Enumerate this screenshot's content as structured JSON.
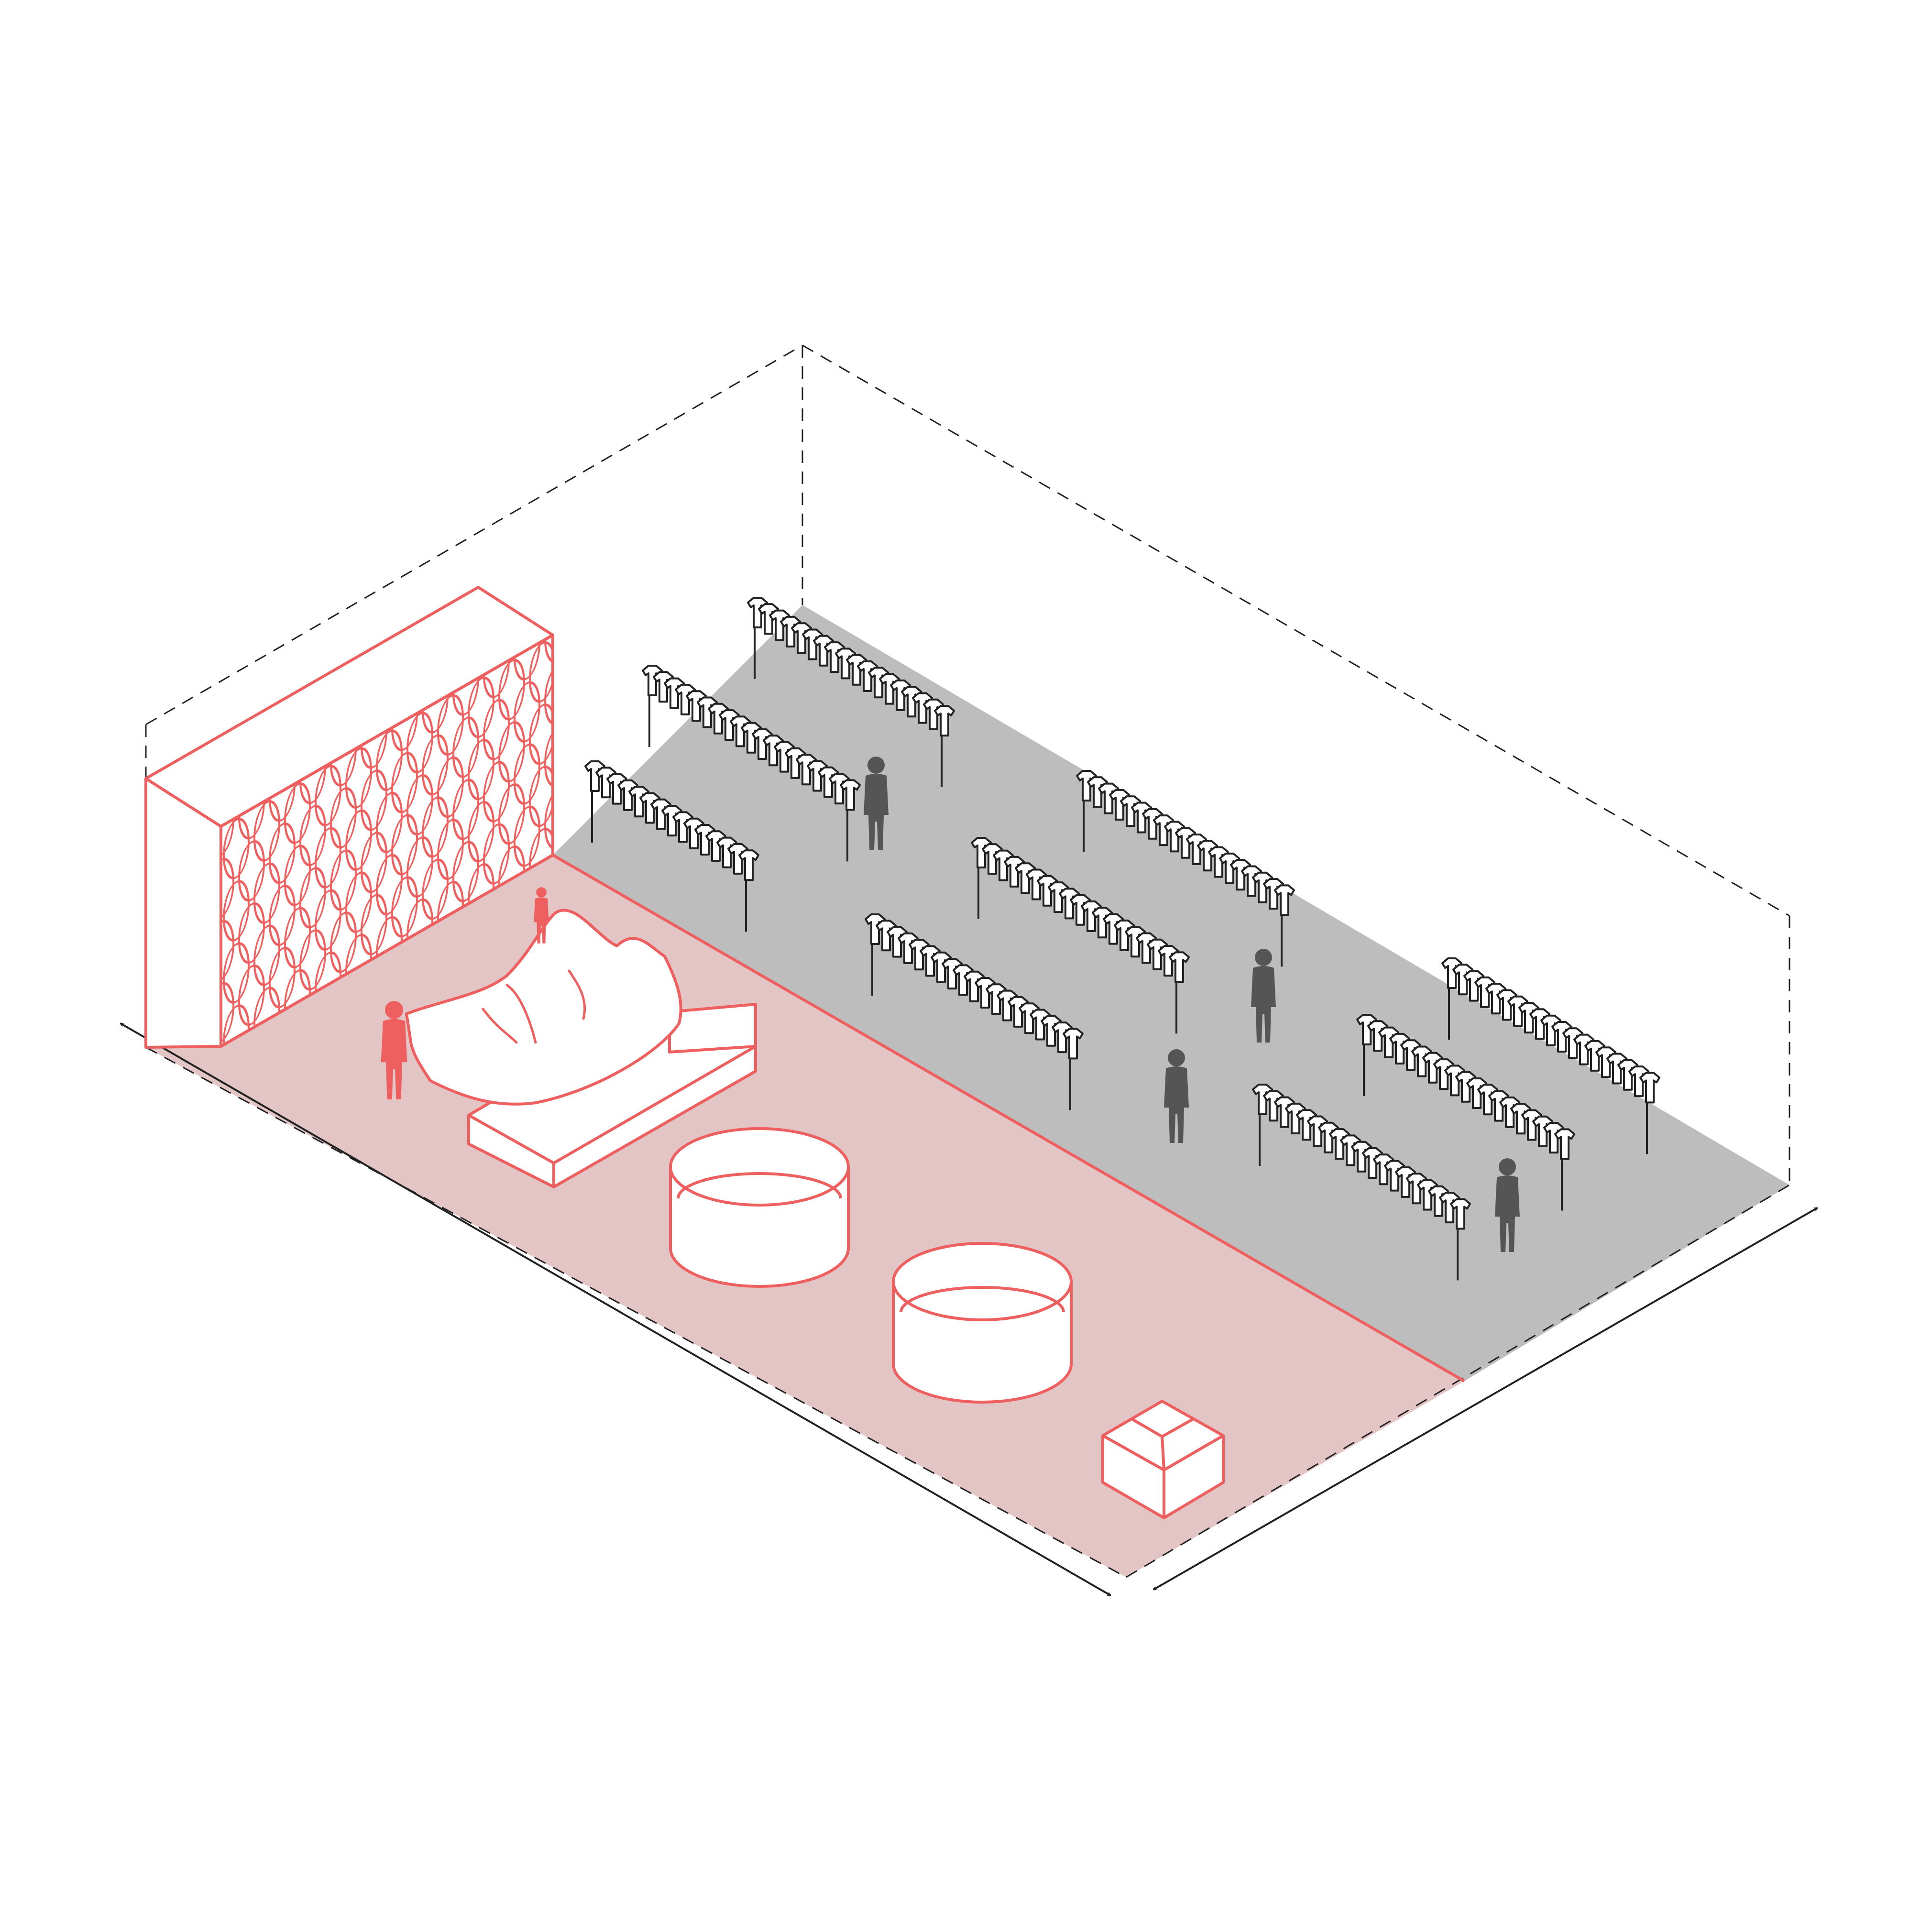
{
  "diagram": {
    "colors": {
      "accent": "#ee5f5f",
      "accent_floor": "#e3c5c5",
      "retail_floor": "#bdbdbd",
      "figure_dark": "#555555",
      "line_dark": "#222222",
      "background": "#ffffff"
    },
    "zones": [
      {
        "id": "accent-zone",
        "items": [
          "pattern-wall",
          "fabric-sofa",
          "round-pool",
          "round-pool",
          "square-box",
          "red-figure",
          "red-figure"
        ]
      },
      {
        "id": "retail-zone",
        "items": [
          "clothing-rack",
          "clothing-rack",
          "clothing-rack",
          "clothing-rack",
          "clothing-rack",
          "clothing-rack",
          "clothing-rack",
          "clothing-rack",
          "clothing-rack",
          "grey-figure",
          "grey-figure",
          "grey-figure",
          "grey-figure"
        ]
      }
    ],
    "icons": [
      "double-arrow-icon",
      "double-arrow-icon"
    ]
  }
}
